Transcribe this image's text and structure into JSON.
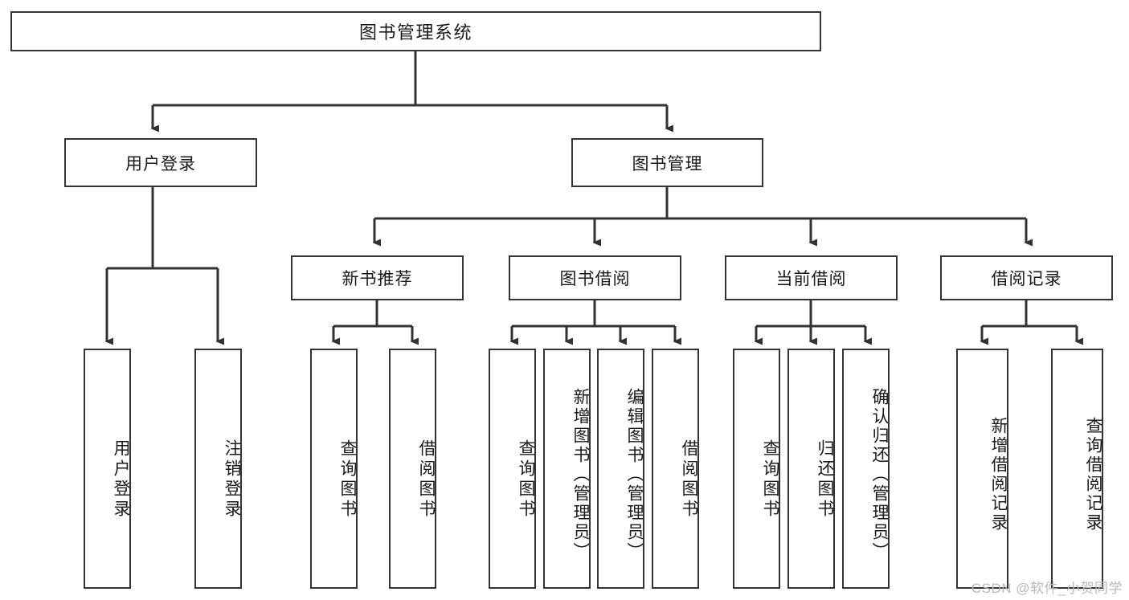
{
  "diagram": {
    "type": "hierarchy-tree",
    "title": "图书管理系统",
    "watermark": "CSDN @软件_小贺同学",
    "colors": {
      "background": "#ffffff",
      "border": "#333333",
      "text": "#1a1a1a",
      "watermark": "#b9b9b9"
    },
    "levels": {
      "root": "图书管理系统",
      "level1": [
        "用户登录",
        "图书管理"
      ],
      "level2": [
        "新书推荐",
        "图书借阅",
        "当前借阅",
        "借阅记录"
      ]
    },
    "nodes": {
      "root": {
        "label": "图书管理系统"
      },
      "user_login": {
        "label": "用户登录"
      },
      "book_manage": {
        "label": "图书管理"
      },
      "new_book_rec": {
        "label": "新书推荐"
      },
      "book_borrow": {
        "label": "图书借阅"
      },
      "current_borrow": {
        "label": "当前借阅"
      },
      "borrow_record": {
        "label": "借阅记录"
      },
      "leaf_user_login": {
        "label": "用户登录"
      },
      "leaf_logout": {
        "label": "注销登录"
      },
      "leaf_query_book_1": {
        "label": "查询图书"
      },
      "leaf_borrow_book_1": {
        "label": "借阅图书"
      },
      "leaf_query_book_2": {
        "label": "查询图书"
      },
      "leaf_add_book": {
        "label": "新增图书（管理员）"
      },
      "leaf_edit_book": {
        "label": "编辑图书（管理员）"
      },
      "leaf_borrow_book_2": {
        "label": "借阅图书"
      },
      "leaf_query_book_3": {
        "label": "查询图书"
      },
      "leaf_return_book": {
        "label": "归还图书"
      },
      "leaf_confirm_return": {
        "label": "确认归还（管理员）"
      },
      "leaf_add_record": {
        "label": "新增借阅记录"
      },
      "leaf_query_record": {
        "label": "查询借阅记录"
      }
    },
    "edges": [
      {
        "from": "root",
        "to": "user_login"
      },
      {
        "from": "root",
        "to": "book_manage"
      },
      {
        "from": "user_login",
        "to": "leaf_user_login"
      },
      {
        "from": "user_login",
        "to": "leaf_logout"
      },
      {
        "from": "book_manage",
        "to": "new_book_rec"
      },
      {
        "from": "book_manage",
        "to": "book_borrow"
      },
      {
        "from": "book_manage",
        "to": "current_borrow"
      },
      {
        "from": "book_manage",
        "to": "borrow_record"
      },
      {
        "from": "new_book_rec",
        "to": "leaf_query_book_1"
      },
      {
        "from": "new_book_rec",
        "to": "leaf_borrow_book_1"
      },
      {
        "from": "book_borrow",
        "to": "leaf_query_book_2"
      },
      {
        "from": "book_borrow",
        "to": "leaf_add_book"
      },
      {
        "from": "book_borrow",
        "to": "leaf_edit_book"
      },
      {
        "from": "book_borrow",
        "to": "leaf_borrow_book_2"
      },
      {
        "from": "current_borrow",
        "to": "leaf_query_book_3"
      },
      {
        "from": "current_borrow",
        "to": "leaf_return_book"
      },
      {
        "from": "current_borrow",
        "to": "leaf_confirm_return"
      },
      {
        "from": "borrow_record",
        "to": "leaf_add_record"
      },
      {
        "from": "borrow_record",
        "to": "leaf_query_record"
      }
    ]
  }
}
